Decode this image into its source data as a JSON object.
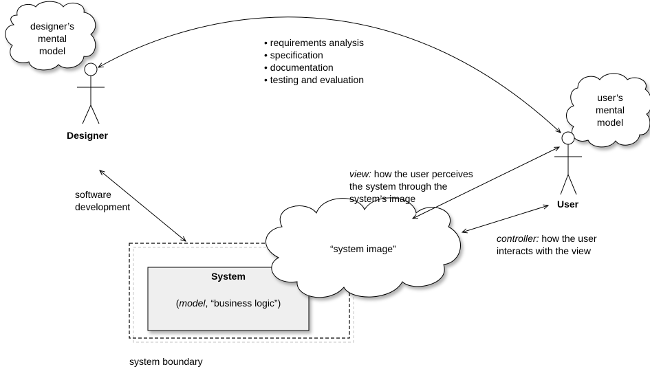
{
  "designer": {
    "cloud_lines": [
      "designer’s",
      "mental",
      "model"
    ],
    "label": "Designer"
  },
  "user": {
    "cloud_lines": [
      "user’s",
      "mental",
      "model"
    ],
    "label": "User"
  },
  "activities": [
    "requirements analysis",
    "specification",
    "documentation",
    "testing and evaluation"
  ],
  "software_development": [
    "software",
    "development"
  ],
  "view_note": {
    "term": "view:",
    "line1_rest": " how the user perceives",
    "line2": "the system through the",
    "line3": "system’s image"
  },
  "controller_note": {
    "term": "controller:",
    "line1_rest": " how the user",
    "line2": "interacts with the view"
  },
  "system_image": "“system image”",
  "system": {
    "title": "System",
    "open_paren": "(",
    "model_term": "model",
    "rest": ", “business logic”)"
  },
  "system_boundary": "system boundary"
}
